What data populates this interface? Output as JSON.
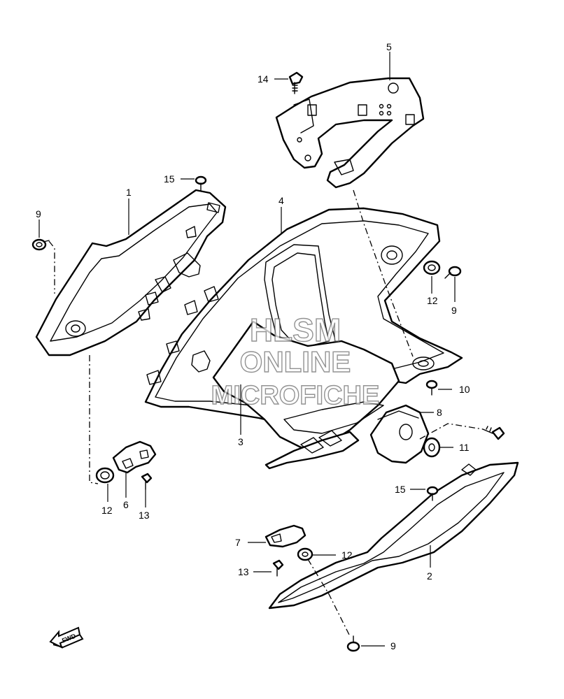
{
  "watermark": {
    "line1": "HLSM",
    "line2": "ONLINE",
    "line3": "MICROFICHE"
  },
  "direction_badge": "FWD",
  "callouts": [
    {
      "id": "c5",
      "label": "5"
    },
    {
      "id": "c14",
      "label": "14"
    },
    {
      "id": "c15a",
      "label": "15"
    },
    {
      "id": "c1",
      "label": "1"
    },
    {
      "id": "c4",
      "label": "4"
    },
    {
      "id": "c9a",
      "label": "9"
    },
    {
      "id": "c12a",
      "label": "12"
    },
    {
      "id": "c9b",
      "label": "9"
    },
    {
      "id": "c10",
      "label": "10"
    },
    {
      "id": "c8",
      "label": "8"
    },
    {
      "id": "c11",
      "label": "11"
    },
    {
      "id": "c3",
      "label": "3"
    },
    {
      "id": "c12b",
      "label": "12"
    },
    {
      "id": "c6",
      "label": "6"
    },
    {
      "id": "c13a",
      "label": "13"
    },
    {
      "id": "c15b",
      "label": "15"
    },
    {
      "id": "c7",
      "label": "7"
    },
    {
      "id": "c12c",
      "label": "12"
    },
    {
      "id": "c2",
      "label": "2"
    },
    {
      "id": "c13b",
      "label": "13"
    },
    {
      "id": "c9c",
      "label": "9"
    }
  ]
}
